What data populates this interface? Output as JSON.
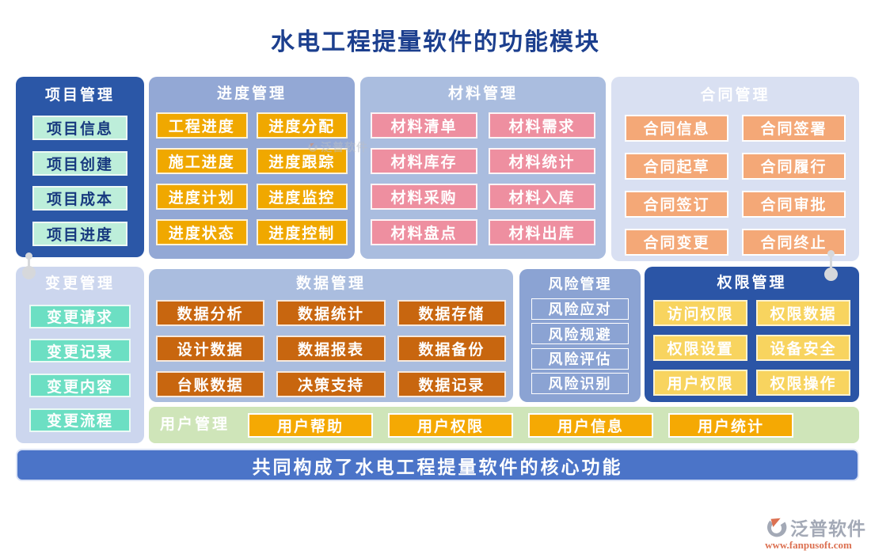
{
  "title": "水电工程提量软件的功能模块",
  "panels": {
    "project": {
      "title": "项目管理",
      "items": [
        "项目信息",
        "项目创建",
        "项目成本",
        "项目进度"
      ]
    },
    "progress": {
      "title": "进度管理",
      "items": [
        "工程进度",
        "进度分配",
        "施工进度",
        "进度跟踪",
        "进度计划",
        "进度监控",
        "进度状态",
        "进度控制"
      ]
    },
    "material": {
      "title": "材料管理",
      "items": [
        "材料清单",
        "材料需求",
        "材料库存",
        "材料统计",
        "材料采购",
        "材料入库",
        "材料盘点",
        "材料出库"
      ]
    },
    "contract": {
      "title": "合同管理",
      "items": [
        "合同信息",
        "合同签署",
        "合同起草",
        "合同履行",
        "合同签订",
        "合同审批",
        "合同变更",
        "合同终止"
      ]
    },
    "change": {
      "title": "变更管理",
      "items": [
        "变更请求",
        "变更记录",
        "变更内容",
        "变更流程"
      ]
    },
    "data": {
      "title": "数据管理",
      "items": [
        "数据分析",
        "数据统计",
        "数据存储",
        "设计数据",
        "数据报表",
        "数据备份",
        "台账数据",
        "决策支持",
        "数据记录"
      ]
    },
    "risk": {
      "title": "风险管理",
      "items": [
        "风险应对",
        "风险规避",
        "风险评估",
        "风险识别"
      ]
    },
    "permission": {
      "title": "权限管理",
      "items": [
        "访问权限",
        "权限数据",
        "权限设置",
        "设备安全",
        "用户权限",
        "权限操作"
      ]
    },
    "user": {
      "title": "用户管理",
      "items": [
        "用户帮助",
        "用户权限",
        "用户信息",
        "用户统计"
      ]
    }
  },
  "banner": {
    "text": "共同构成了水电工程提量软件的核心功能"
  },
  "watermark": {
    "text": "泛普软件"
  },
  "footer": {
    "brand": "泛普软件",
    "url": "www.fanpusoft.com"
  },
  "colors": {
    "title_text": "#1c3f8e",
    "project_panel": "#2b57a7",
    "project_item_bg": "#bdeeda",
    "project_item_text": "#17397f",
    "progress_panel": "#93a8d5",
    "progress_item_bg": "#f0a800",
    "material_panel": "#aabddf",
    "material_item_bg": "#ee8fa0",
    "contract_panel": "#d9e0f2",
    "contract_item_bg": "#f4a877",
    "change_panel": "#ccd6ee",
    "change_item_bg": "#6cdfc3",
    "data_panel": "#aabddf",
    "data_item_bg": "#c8660f",
    "risk_panel": "#8ba3d3",
    "permission_panel": "#2b55a6",
    "permission_item_bg": "#f8d45f",
    "user_panel": "#cfe5b9",
    "user_item_bg": "#f5a903",
    "banner_bg": "#4b74c8",
    "brand_gray": "#a3a9b6",
    "brand_orange": "#dc7152"
  }
}
